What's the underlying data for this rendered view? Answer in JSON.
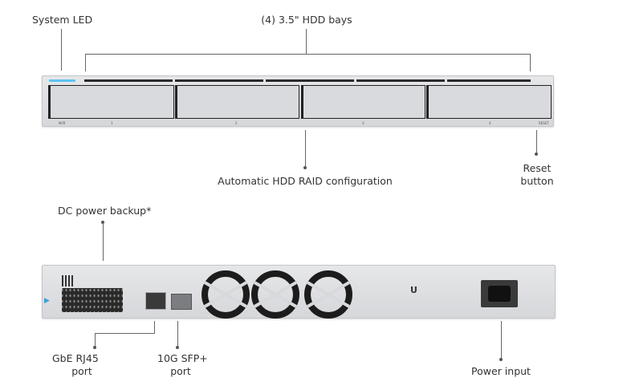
{
  "labels": {
    "system_led": "System LED",
    "hdd_bays": "(4) 3.5\" HDD bays",
    "raid": "Automatic HDD RAID configuration",
    "reset_1": "Reset",
    "reset_2": "button",
    "dc_power": "DC power backup*",
    "gbe_1": "GbE RJ45",
    "gbe_2": "port",
    "sfp_1": "10G SFP+",
    "sfp_2": "port",
    "power_input": "Power input"
  },
  "front": {
    "nvr": "NVR",
    "reset": "RESET",
    "bay_numbers": [
      "1",
      "2",
      "3",
      "4"
    ]
  },
  "colors": {
    "led": "#5bc4f0",
    "panel": "#dcdde0",
    "dark": "#1c1c1c"
  }
}
